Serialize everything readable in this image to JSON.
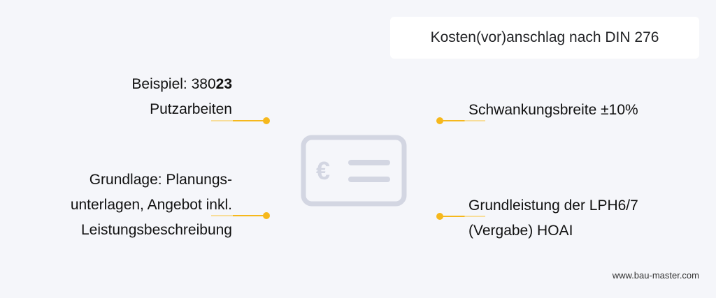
{
  "title": "Kosten(vor)anschlag nach DIN 276",
  "left_items": [
    {
      "line1_prefix": "Beispiel: 380",
      "line1_bold": "23",
      "line2": "Putzarbeiten"
    },
    {
      "line1": "Grundlage:  Planungs-",
      "line2": "unterlagen, Angebot inkl.",
      "line3": "Leistungsbeschreibung"
    }
  ],
  "right_items": [
    {
      "line1": "Schwankungsbreite ±10%"
    },
    {
      "line1": "Grundleistung der LPH6/7",
      "line2": "(Vergabe) HOAI"
    }
  ],
  "center_icon": "euro-invoice-card-icon",
  "colors": {
    "background": "#f5f6fa",
    "accent": "#f6b81c",
    "accent_light": "#f7dd9a",
    "icon": "#d3d6e2"
  },
  "footer": "www.bau-master.com"
}
